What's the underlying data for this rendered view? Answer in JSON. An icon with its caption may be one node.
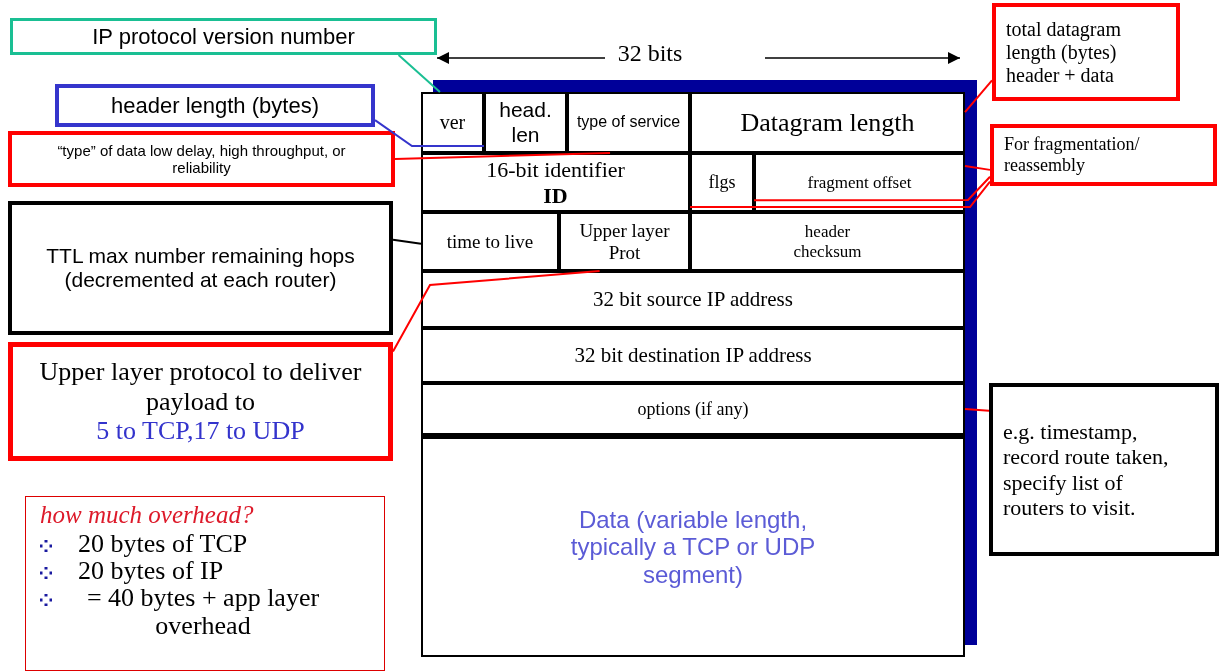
{
  "diagram": {
    "nodes": [
      {
        "text": [
          "IP protocol version number"
        ]
      },
      {
        "text": [
          "total datagram length (bytes) header + data"
        ]
      },
      {
        "text": [],
        "shape": "box"
      },
      {
        "text": [
          "ver"
        ],
        "in": 2
      },
      {
        "text": [
          "head. len"
        ],
        "in": 2
      },
      {
        "text": [
          "type of service"
        ],
        "in": 2
      },
      {
        "text": [
          "Datagram length"
        ],
        "in": 2
      },
      {
        "text": [
          "header length (bytes)"
        ]
      },
      {
        "text": [
          "“type” of data low delay, high throughput, or reliability"
        ]
      },
      {
        "text": [
          "For fragmentation/ reassembly"
        ]
      },
      {
        "text": [
          "16-bit identifier **ID**"
        ],
        "in": 2
      },
      {
        "text": [
          "flgs"
        ],
        "in": 2
      },
      {
        "text": [
          "fragment offset"
        ],
        "in": 2
      },
      {
        "text": [
          "TTL max number remaining hops (decremented at each router)"
        ]
      },
      {
        "text": [
          "time to live"
        ],
        "in": 2
      },
      {
        "text": [
          "Upper layer Prot"
        ],
        "in": 2
      },
      {
        "text": [
          "header checksum"
        ],
        "in": 2
      },
      {
        "text": [
          "32 bit source IP address"
        ],
        "in": 2
      },
      {
        "text": [
          "Upper layer protocol to deliver payload to",
          "5 to TCP,17 to UDP"
        ]
      },
      {
        "text": [
          "32 bit destination IP address"
        ],
        "in": 2
      },
      {
        "text": [
          "options (if any)"
        ],
        "in": 2
      },
      {
        "text": [
          "e.g. timestamp, record route taken, specify list of routers to visit."
        ]
      },
      {
        "text": [
          "Data (variable length, typically a TCP or UDP segment)"
        ],
        "in": 2
      },
      {
        "text": [
          "how much overhead?",
          "20 bytes of TCP",
          "20 bytes of IP",
          "= 40 bytes + app layer overhead"
        ]
      }
    ],
    "edges": [
      {
        "from": 0,
        "to": 3,
        "arrow": "none",
        "color": "#1abf93"
      },
      {
        "from": 7,
        "to": 4,
        "arrow": "none",
        "color": "#3535cc"
      },
      {
        "from": 8,
        "to": 5,
        "arrow": "none"
      },
      {
        "from": 1,
        "to": 6,
        "arrow": "none"
      },
      {
        "from": 9,
        "to": 10,
        "arrow": "none"
      },
      {
        "from": 9,
        "to": 12,
        "arrow": "none"
      },
      {
        "from": 9,
        "to": 11,
        "arrow": "none"
      },
      {
        "from": 13,
        "to": 14,
        "arrow": "none",
        "color": "#000000"
      },
      {
        "from": 18,
        "to": 15,
        "arrow": "none"
      },
      {
        "from": 20,
        "to": 21,
        "arrow": "none"
      }
    ],
    "labels": [
      "32 bits"
    ]
  }
}
